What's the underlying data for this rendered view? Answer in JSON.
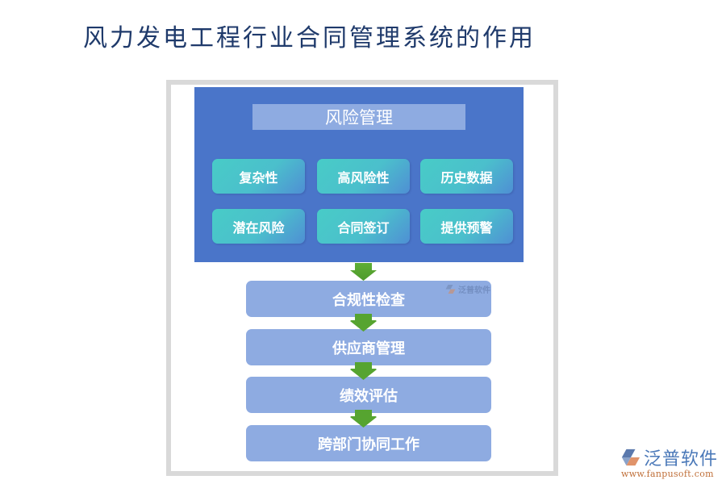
{
  "title": "风力发电工程行业合同管理系统的作用",
  "risk_management": {
    "header": "风险管理",
    "items": [
      {
        "label": "复杂性"
      },
      {
        "label": "高风险性"
      },
      {
        "label": "历史数据"
      },
      {
        "label": "潜在风险"
      },
      {
        "label": "合同签订"
      },
      {
        "label": "提供预警"
      }
    ]
  },
  "flow_steps": [
    {
      "label": "合规性检查"
    },
    {
      "label": "供应商管理"
    },
    {
      "label": "绩效评估"
    },
    {
      "label": "跨部门协同工作"
    }
  ],
  "watermark": {
    "text": "泛普软件"
  },
  "logo": {
    "name": "泛普软件",
    "url": "www.fanpusoft.com"
  },
  "colors": {
    "panel_blue": "#4a75c9",
    "header_light_blue": "#8eabe1",
    "tile_teal": "#48ccc7",
    "tile_blue": "#4f8fd4",
    "arrow_green": "#5aa632",
    "frame_gray": "#d9d9d9",
    "title_navy": "#1f3a6b"
  }
}
